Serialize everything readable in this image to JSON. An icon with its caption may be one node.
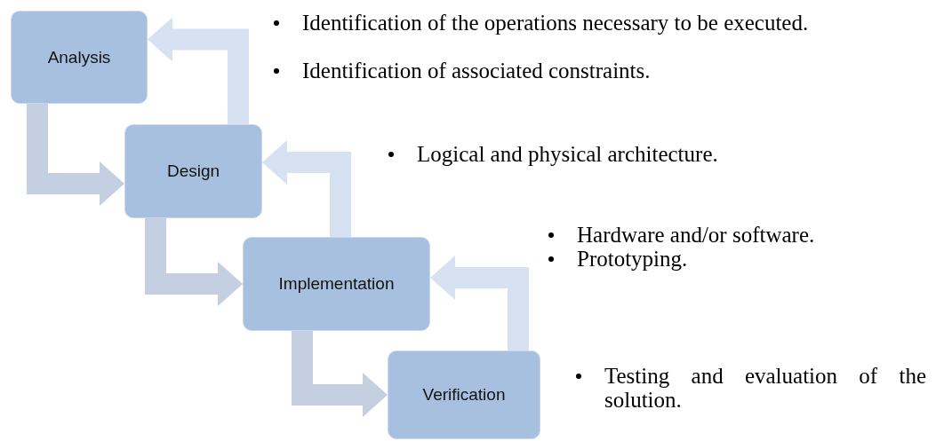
{
  "diagram": {
    "nodes": [
      {
        "text": [
          "Analysis"
        ]
      },
      {
        "text": [
          "Design"
        ]
      },
      {
        "text": [
          "Implementation"
        ]
      },
      {
        "text": [
          "Verification"
        ]
      }
    ],
    "edges": [
      {
        "from": 0,
        "to": 1,
        "arrow": "to",
        "color": "#c5cfe2"
      },
      {
        "from": 1,
        "to": 0,
        "arrow": "to",
        "color": "#d6e1f2"
      },
      {
        "from": 1,
        "to": 2,
        "arrow": "to",
        "color": "#c5cfe2"
      },
      {
        "from": 2,
        "to": 1,
        "arrow": "to",
        "color": "#d6e1f2"
      },
      {
        "from": 2,
        "to": 3,
        "arrow": "to",
        "color": "#c5cfe2"
      },
      {
        "from": 3,
        "to": 2,
        "arrow": "to",
        "color": "#d6e1f2"
      }
    ],
    "labels": [
      "Identification of the operations necessary to be executed.",
      "Identification of associated constraints.",
      "Logical and physical architecture.",
      "Hardware and/or software.",
      "Prototyping.",
      "Testing and evaluation of the solution."
    ]
  }
}
